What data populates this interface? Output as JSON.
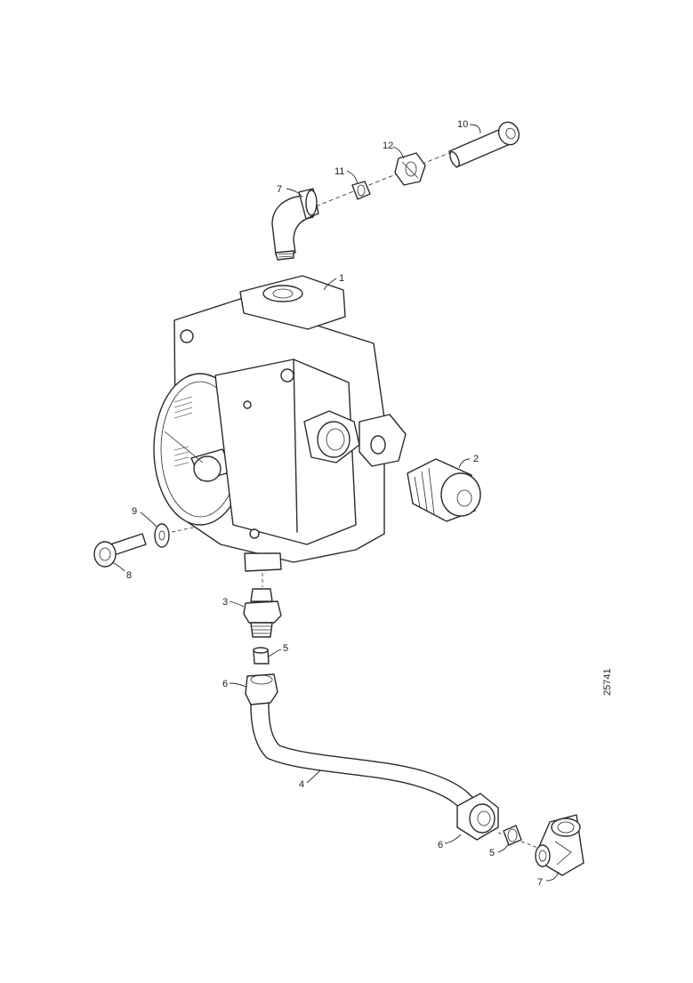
{
  "drawing": {
    "reference_number": "25741",
    "callouts": {
      "pump": "1",
      "cable_gland": "2",
      "connector": "3",
      "pipe": "4",
      "seal_upper": "5",
      "seal_lower": "5",
      "nut_upper": "6",
      "nut_lower": "6",
      "elbow_upper": "7",
      "elbow_lower": "7",
      "bolt": "8",
      "washer": "9",
      "screw": "10",
      "small_seal": "11",
      "union_nut": "12"
    }
  }
}
